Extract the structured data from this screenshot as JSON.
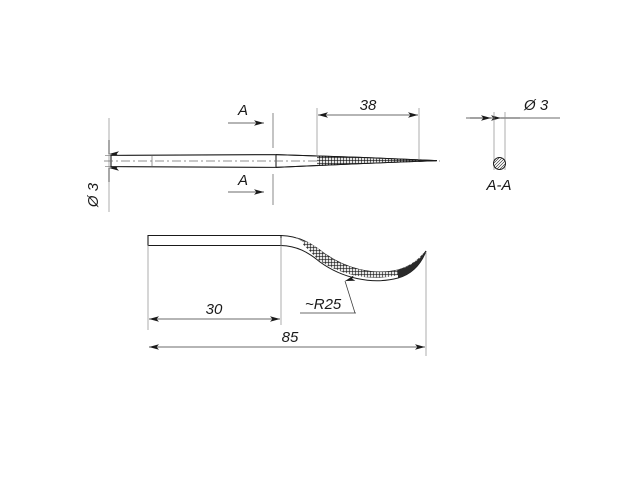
{
  "drawing": {
    "title": "Bent probe / hook tool technical drawing",
    "background_color": "#ffffff",
    "line_color": "#1a1a1a",
    "thin_line_color": "#6e6e6e",
    "units": "mm"
  },
  "views": {
    "top": {
      "name": "top-plan-view",
      "description": "Straight rod with knurled tapering blade"
    },
    "side": {
      "name": "side-bent-view",
      "description": "S-curved bent profile with hook tip"
    },
    "section": {
      "name": "section-a-a-view",
      "label": "A-A",
      "description": "Circular hatched cross section of rod"
    }
  },
  "dimensions": {
    "diameter_left": "Ø 3",
    "blade_length": "38",
    "section_diameter": "Ø 3",
    "handle_length": "30",
    "overall_length": "85",
    "bend_radius": "~R25"
  },
  "section_marks": {
    "letter_top": "A",
    "letter_bottom": "A",
    "view_label": "A-A"
  }
}
